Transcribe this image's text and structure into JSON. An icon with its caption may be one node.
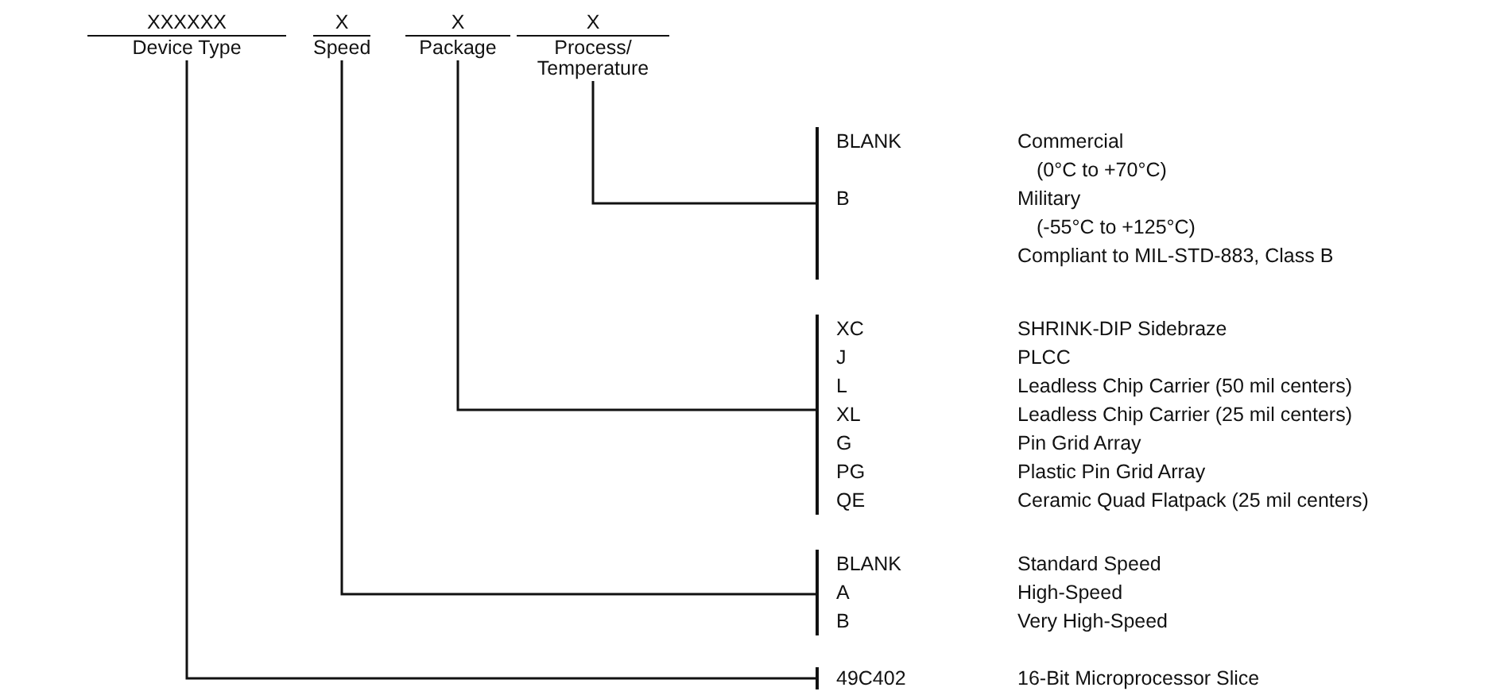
{
  "diagram": {
    "nodes": [
      {
        "text": [
          "XXXXXX",
          "Device Type"
        ]
      },
      {
        "text": [
          "X",
          "Speed"
        ]
      },
      {
        "text": [
          "X",
          "Package"
        ]
      },
      {
        "text": [
          "X",
          "Process/ Temperature"
        ]
      },
      {
        "text": [],
        "shape": "bar"
      },
      {
        "text": [],
        "shape": "bar"
      },
      {
        "text": [],
        "shape": "bar"
      },
      {
        "text": [],
        "shape": "bar"
      }
    ],
    "edges": [
      {
        "from": 3,
        "to": 4,
        "arrow": "none"
      },
      {
        "from": 2,
        "to": 5,
        "arrow": "none"
      },
      {
        "from": 1,
        "to": 6,
        "arrow": "none"
      },
      {
        "from": 0,
        "to": 7,
        "arrow": "none"
      }
    ],
    "labels": [
      "BLANK",
      "Commercial",
      "(0°C to +70°C)",
      "B",
      "Military",
      "(-55°C to +125°C)",
      "Compliant to MIL-STD-883, Class B",
      "XC",
      "SHRINK-DIP Sidebraze",
      "J",
      "PLCC",
      "L",
      "Leadless Chip Carrier (50 mil centers)",
      "XL",
      "Leadless Chip Carrier (25 mil centers)",
      "G",
      "Pin Grid Array",
      "PG",
      "Plastic Pin Grid Array",
      "QE",
      "Ceramic Quad Flatpack (25 mil centers)",
      "BLANK",
      "Standard Speed",
      "A",
      "High-Speed",
      "B",
      "Very High-Speed",
      "49C402",
      "16-Bit Microprocessor Slice"
    ]
  }
}
